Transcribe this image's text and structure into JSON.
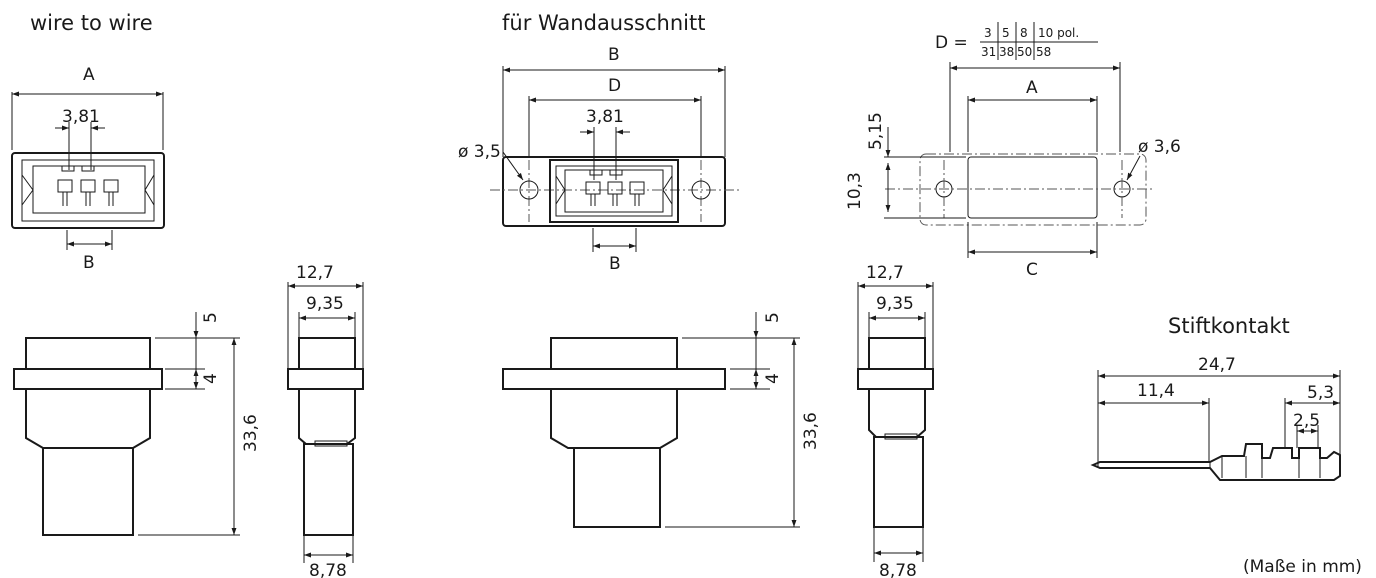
{
  "titles": {
    "wire_to_wire": "wire to wire",
    "wall_cutout": "für Wandausschnitt",
    "pin_contact": "Stiftkontakt",
    "units": "(Maße in mm)"
  },
  "d_table": {
    "label": "D =",
    "poles": [
      "3",
      "5",
      "8",
      "10 pol."
    ],
    "values": [
      "31",
      "38",
      "50",
      "58"
    ]
  },
  "labels": {
    "A": "A",
    "B": "B",
    "C": "C",
    "D": "D",
    "pitch": "3,81",
    "dia_flange": "ø 3,5",
    "dia_cutout": "ø 3,6",
    "cutout_offset": "5,15",
    "cutout_height": "10,3",
    "side_width": "12,7",
    "side_inner": "9,35",
    "side_bottom": "8,78",
    "h_top": "5",
    "h_flange": "4",
    "h_total": "33,6",
    "pin_total": "24,7",
    "pin_shaft": "11,4",
    "pin_right": "5,3",
    "pin_small": "2,5"
  }
}
